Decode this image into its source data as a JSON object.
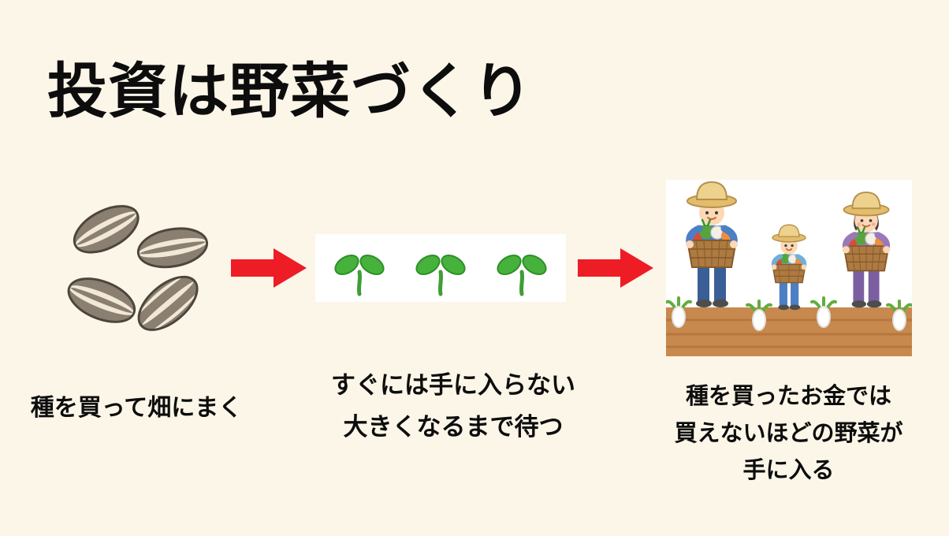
{
  "slide": {
    "title": "投資は野菜づくり",
    "colors": {
      "background": "#fbf6e8",
      "arrow": "#ee1c25",
      "text": "#0d0d0d"
    },
    "steps": [
      {
        "illustration": "sunflower-seeds",
        "caption_lines": [
          "種を買って畑にまく"
        ]
      },
      {
        "illustration": "three-seedlings",
        "caption_lines": [
          "すぐには手に入らない",
          "大きくなるまで待つ"
        ]
      },
      {
        "illustration": "farmers-holding-vegetable-baskets",
        "caption_lines": [
          "種を買ったお金では",
          "買えないほどの野菜が",
          "手に入る"
        ]
      }
    ],
    "connectors": [
      {
        "icon": "red-arrow-right"
      },
      {
        "icon": "red-arrow-right"
      }
    ]
  }
}
